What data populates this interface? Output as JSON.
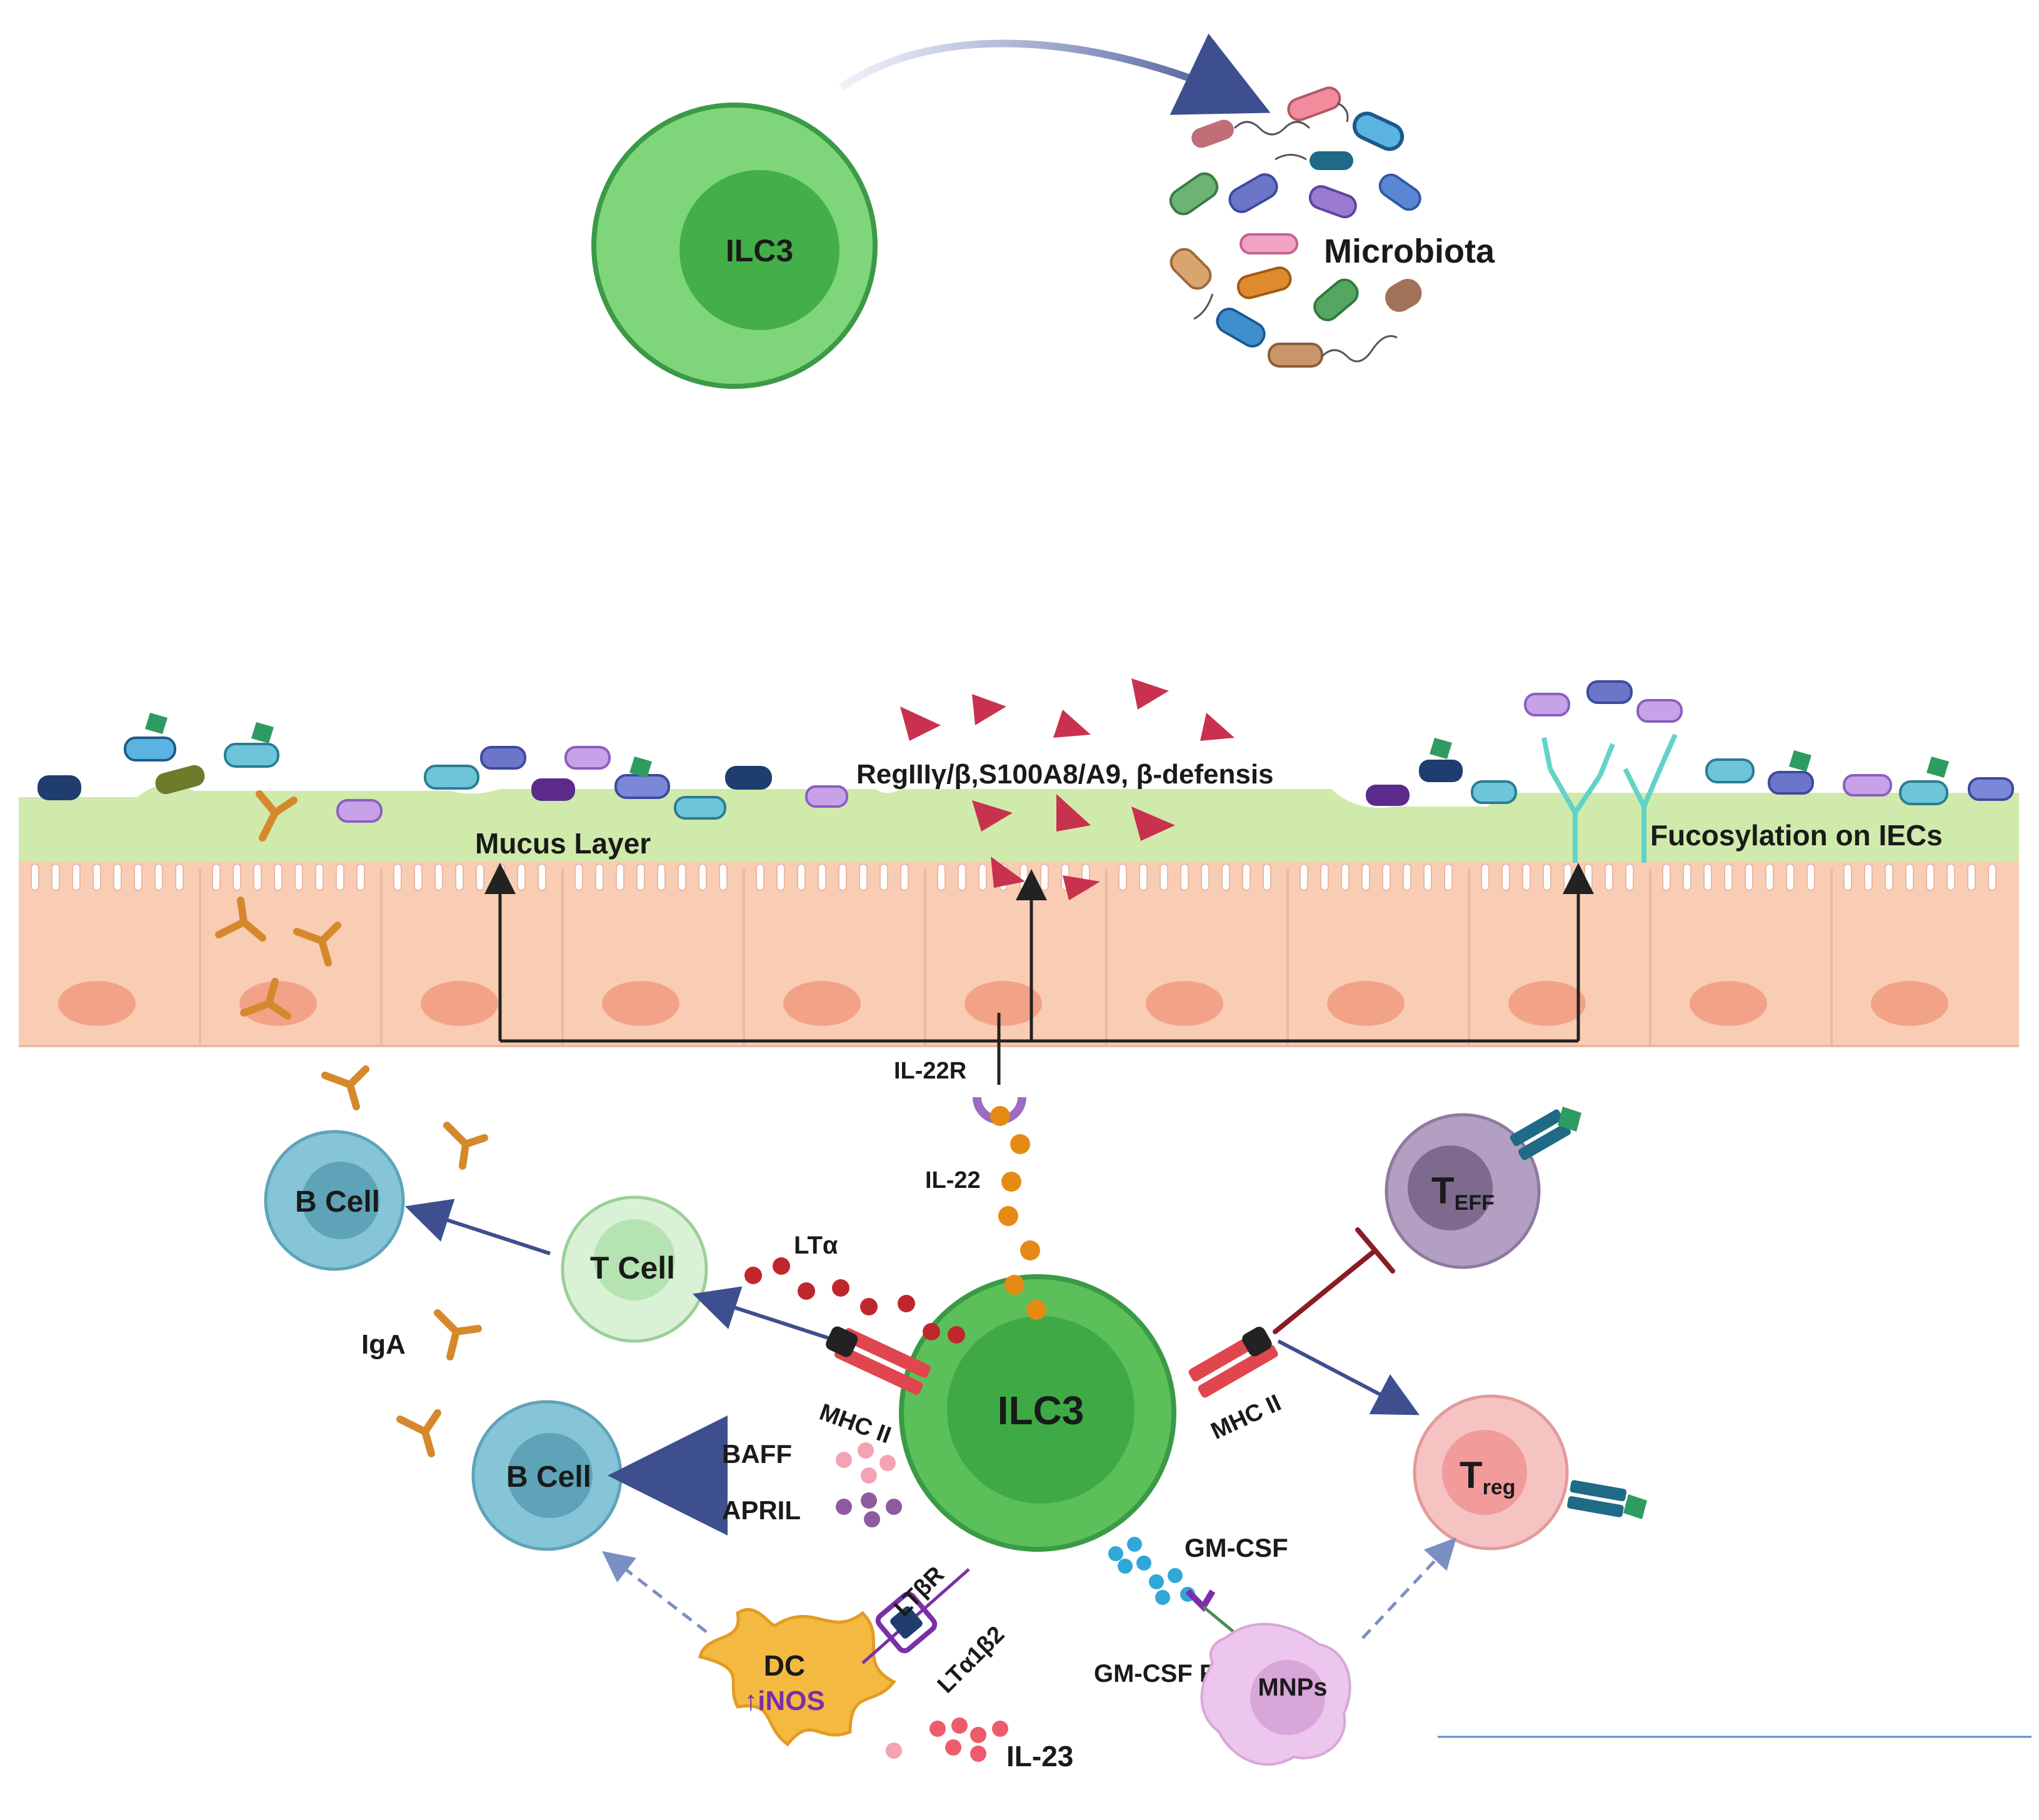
{
  "top_panel": {
    "ilc3_label": "ILC3",
    "microbiota_label": "Microbiota"
  },
  "epithelium": {
    "mucus_label": "Mucus Layer",
    "amp_label": "RegIIIγ/β,S100A8/A9, β-defensis",
    "fucosylation_label": "Fucosylation on IECs"
  },
  "bottom_panel": {
    "ilc3_label": "ILC3",
    "il22r_label": "IL-22R",
    "il22_label": "IL-22",
    "lta_label": "LTα",
    "mhc_left_label": "MHC II",
    "mhc_right_label": "MHC II",
    "t_cell_label": "T Cell",
    "b_cell_top_label": "B Cell",
    "b_cell_bottom_label": "B Cell",
    "iga_label": "IgA",
    "baff_label": "BAFF",
    "april_label": "APRIL",
    "ltbr_label": "LTβR",
    "lta1b2_label": "LTα1β2",
    "dc_label": "DC",
    "inos_label": "↑iNOS",
    "il23_label": "IL-23",
    "gmcsf_label": "GM-CSF",
    "gmcsfr_label": "GM-CSF R",
    "mnps_label": "MNPs",
    "teff_main": "T",
    "teff_sub": "EFF",
    "treg_main": "T",
    "treg_sub": "reg"
  },
  "colors": {
    "ilc3": "#5cc05a",
    "ilc3_nucleus": "#3faa45",
    "mucus": "#cfeaaa",
    "epithelium": "#f9cdb3",
    "nucleus": "#f2a387",
    "amp_triangle": "#c8324e",
    "arrow_blue": "#3d4f8e",
    "inhibit_red": "#8a1c24",
    "b_cell": "#86c5d8",
    "t_cell": "#cbeec8",
    "teff": "#b39fc1",
    "treg": "#f6c3c3",
    "dc": "#f4b941",
    "mnp": "#ecc6ec",
    "iga": "#d5892c",
    "il22_dot": "#e68a16"
  }
}
